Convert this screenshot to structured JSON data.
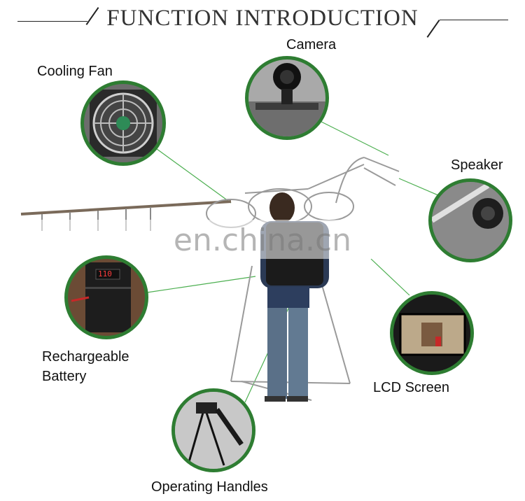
{
  "title": "FUNCTION INTRODUCTION",
  "watermark": "en.china.cn",
  "features": {
    "cooling_fan": "Cooling Fan",
    "camera": "Camera",
    "speaker": "Speaker",
    "battery_line1": "Rechargeable",
    "battery_line2": "Battery",
    "lcd_screen": "LCD Screen",
    "operating_handles": "Operating Handles"
  },
  "battery_display": "110",
  "colors": {
    "accent": "#2e7d32",
    "leader_line": "#4caf50"
  }
}
